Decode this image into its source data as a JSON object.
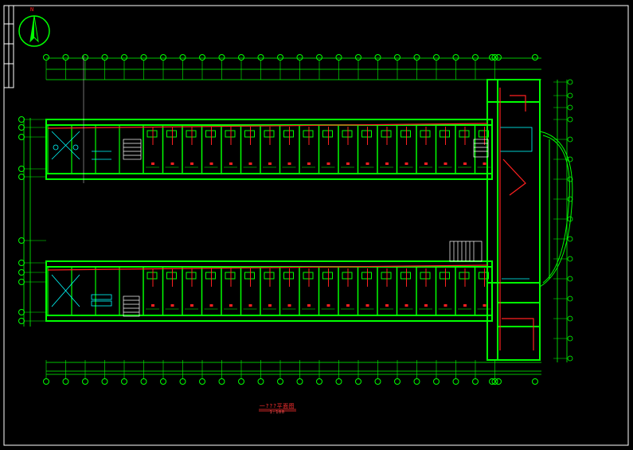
{
  "drawing": {
    "title": "一???平面图",
    "scale": "1:100",
    "north_label": "N"
  },
  "colors": {
    "background": "#000000",
    "frame": "#ffffff",
    "walls": "#00ff00",
    "grid_axes": "#00ff00",
    "wiring": "#ff2020",
    "fixtures": "#00ffff",
    "stairs": "#ffffff",
    "title_text": "#ff3030"
  }
}
